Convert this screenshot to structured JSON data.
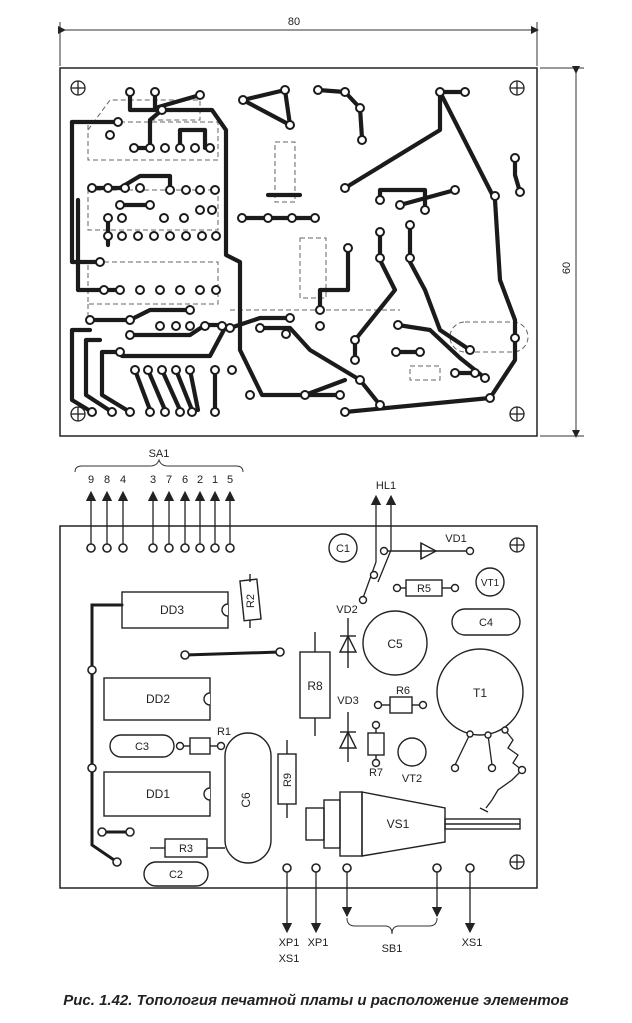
{
  "caption": "Рис. 1.42. Топология печатной платы и расположение элементов",
  "dimensions": {
    "width": "80",
    "height": "60"
  },
  "switch": {
    "name": "SA1",
    "pins": [
      "9",
      "8",
      "4",
      "3",
      "7",
      "6",
      "2",
      "1",
      "5"
    ]
  },
  "components": {
    "dd3": "DD3",
    "dd2": "DD2",
    "dd1": "DD1",
    "r1": "R1",
    "r2": "R2",
    "r3": "R3",
    "r5": "R5",
    "r6": "R6",
    "r7": "R7",
    "r8": "R8",
    "r9": "R9",
    "c1": "C1",
    "c2": "C2",
    "c3": "C3",
    "c4": "C4",
    "c5": "C5",
    "c6": "C6",
    "vd1": "VD1",
    "vd2": "VD2",
    "vd3": "VD3",
    "vt1": "VT1",
    "vt2": "VT2",
    "t1": "T1",
    "vs1": "VS1",
    "hl1": "HL1"
  },
  "connectors": {
    "xp1_xs1": [
      "XP1",
      "XS1"
    ],
    "xp1": "XP1",
    "sb1": "SB1",
    "xs1": "XS1"
  }
}
